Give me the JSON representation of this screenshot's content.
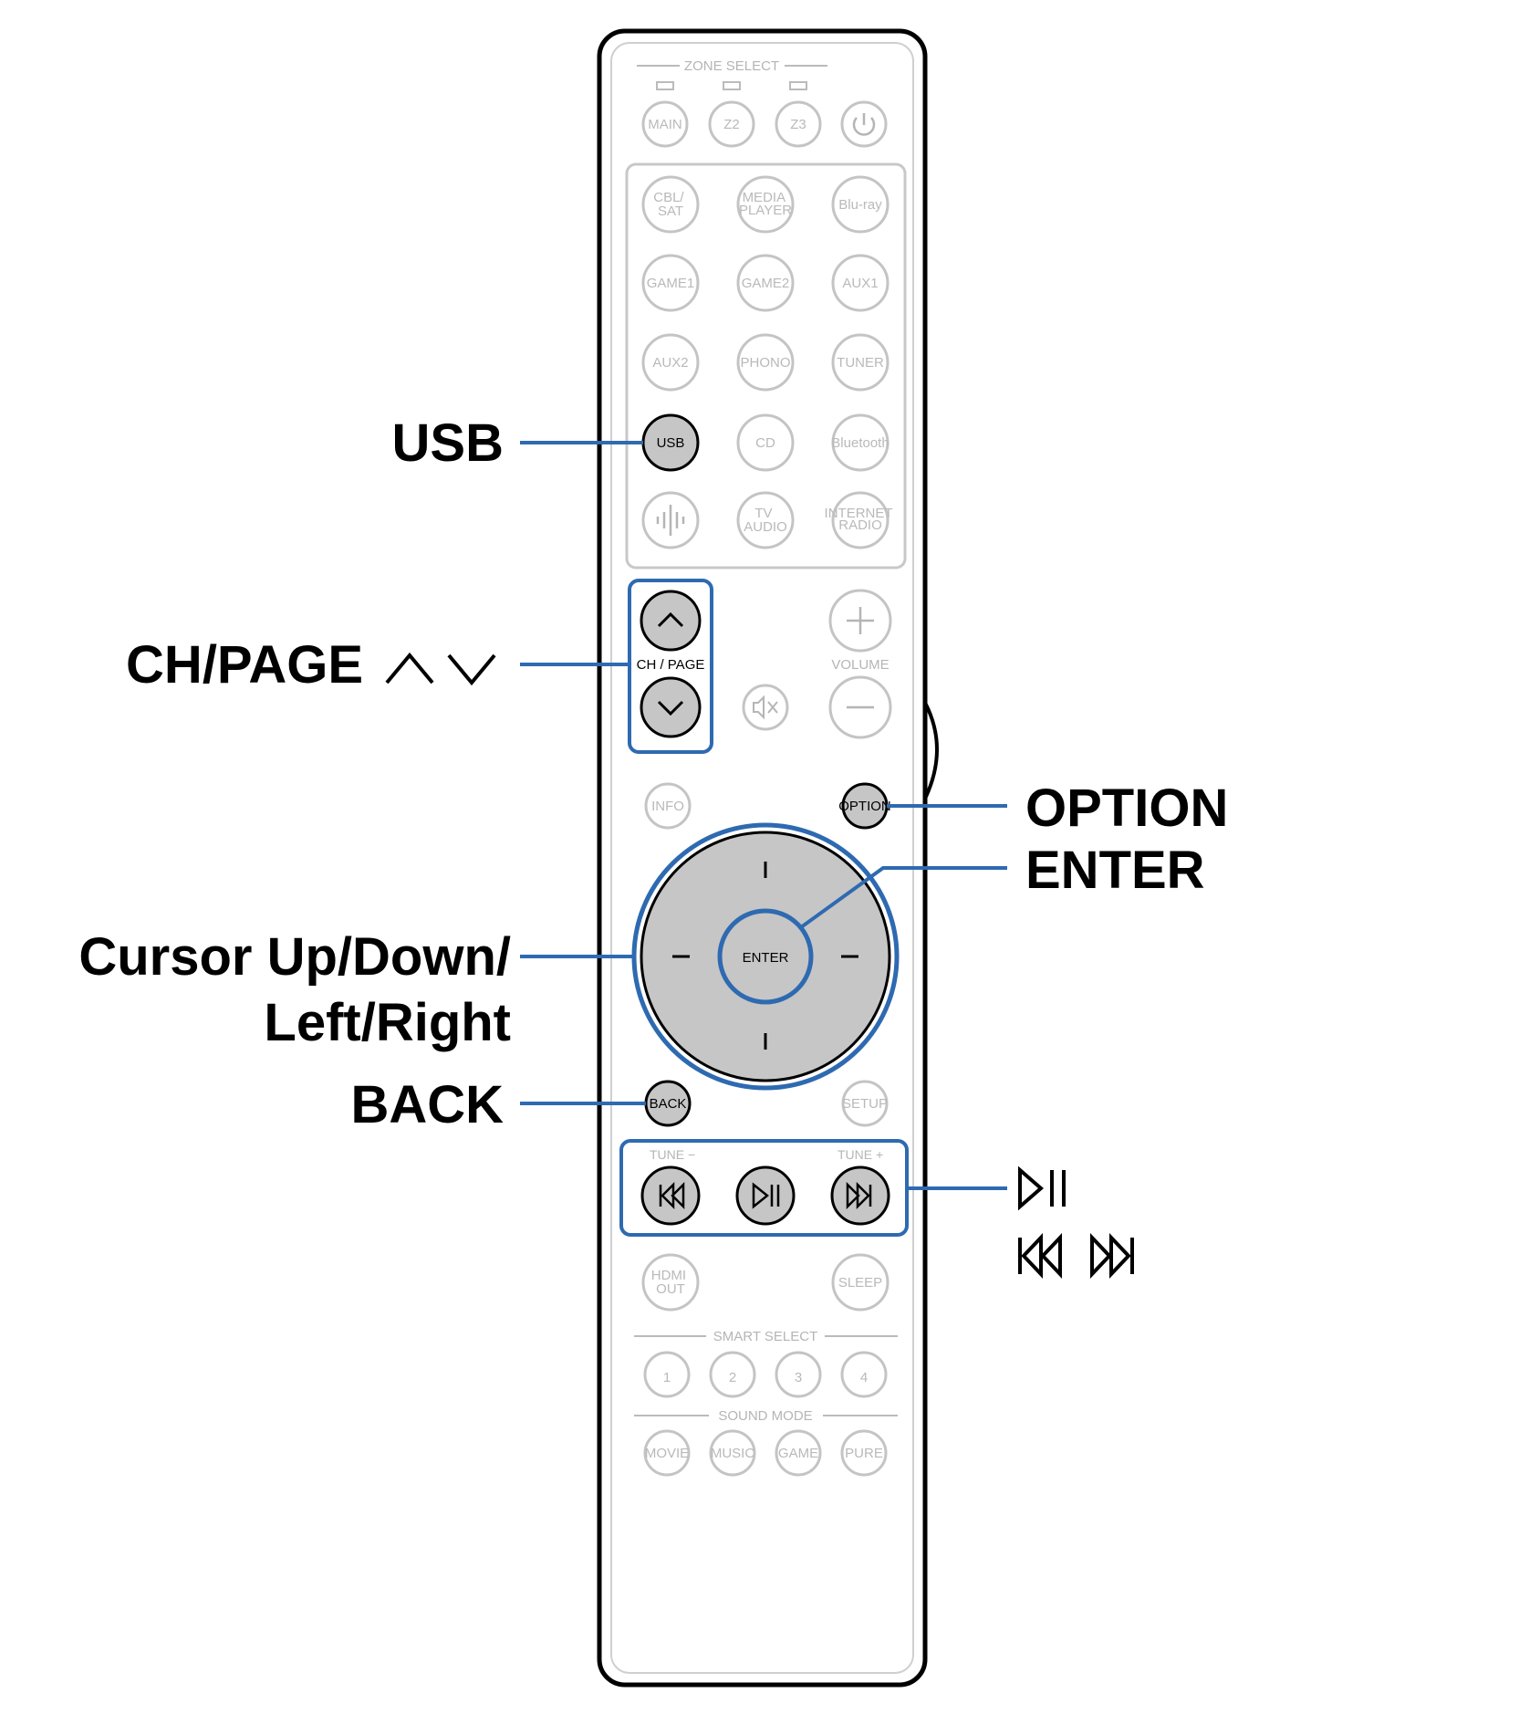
{
  "zone_select": {
    "label": "ZONE SELECT",
    "buttons": [
      "MAIN",
      "Z2",
      "Z3"
    ],
    "power_icon": "power-icon"
  },
  "input_buttons": {
    "rows": [
      [
        "CBL/ SAT",
        "MEDIA PLAYER",
        "Blu-ray"
      ],
      [
        "GAME1",
        "GAME2",
        "AUX1"
      ],
      [
        "AUX2",
        "PHONO",
        "TUNER"
      ],
      [
        "USB",
        "CD",
        "Bluetooth"
      ],
      [
        "",
        "TV AUDIO",
        "INTERNET RADIO"
      ]
    ],
    "heos_icon": "heos-icon"
  },
  "ch_page": {
    "label": "CH / PAGE",
    "up_icon": "chevron-up-icon",
    "down_icon": "chevron-down-icon"
  },
  "volume": {
    "label": "VOLUME",
    "plus_icon": "plus-icon",
    "minus_icon": "minus-icon",
    "mute_icon": "mute-icon"
  },
  "mid_buttons": {
    "info": "INFO",
    "option": "OPTION",
    "back": "BACK",
    "setup": "SETUP"
  },
  "cursor": {
    "enter": "ENTER"
  },
  "transport": {
    "tune_minus": "TUNE",
    "tune_plus": "TUNE",
    "icons": [
      "skip-back-icon",
      "play-pause-icon",
      "skip-forward-icon"
    ]
  },
  "lower_buttons": {
    "hdmi_out": "HDMI OUT",
    "sleep": "SLEEP"
  },
  "smart_select": {
    "label": "SMART SELECT",
    "buttons": [
      "1",
      "2",
      "3",
      "4"
    ]
  },
  "sound_mode": {
    "label": "SOUND MODE",
    "buttons": [
      "MOVIE",
      "MUSIC",
      "GAME",
      "PURE"
    ]
  },
  "callouts": {
    "usb": "USB",
    "ch_page": "CH/PAGE",
    "option": "OPTION",
    "enter": "ENTER",
    "cursor_line1": "Cursor Up/Down/",
    "cursor_line2": "Left/Right",
    "back": "BACK"
  },
  "colors": {
    "highlight": "#2e6ab1",
    "button_fill": "#c6c6c6"
  }
}
